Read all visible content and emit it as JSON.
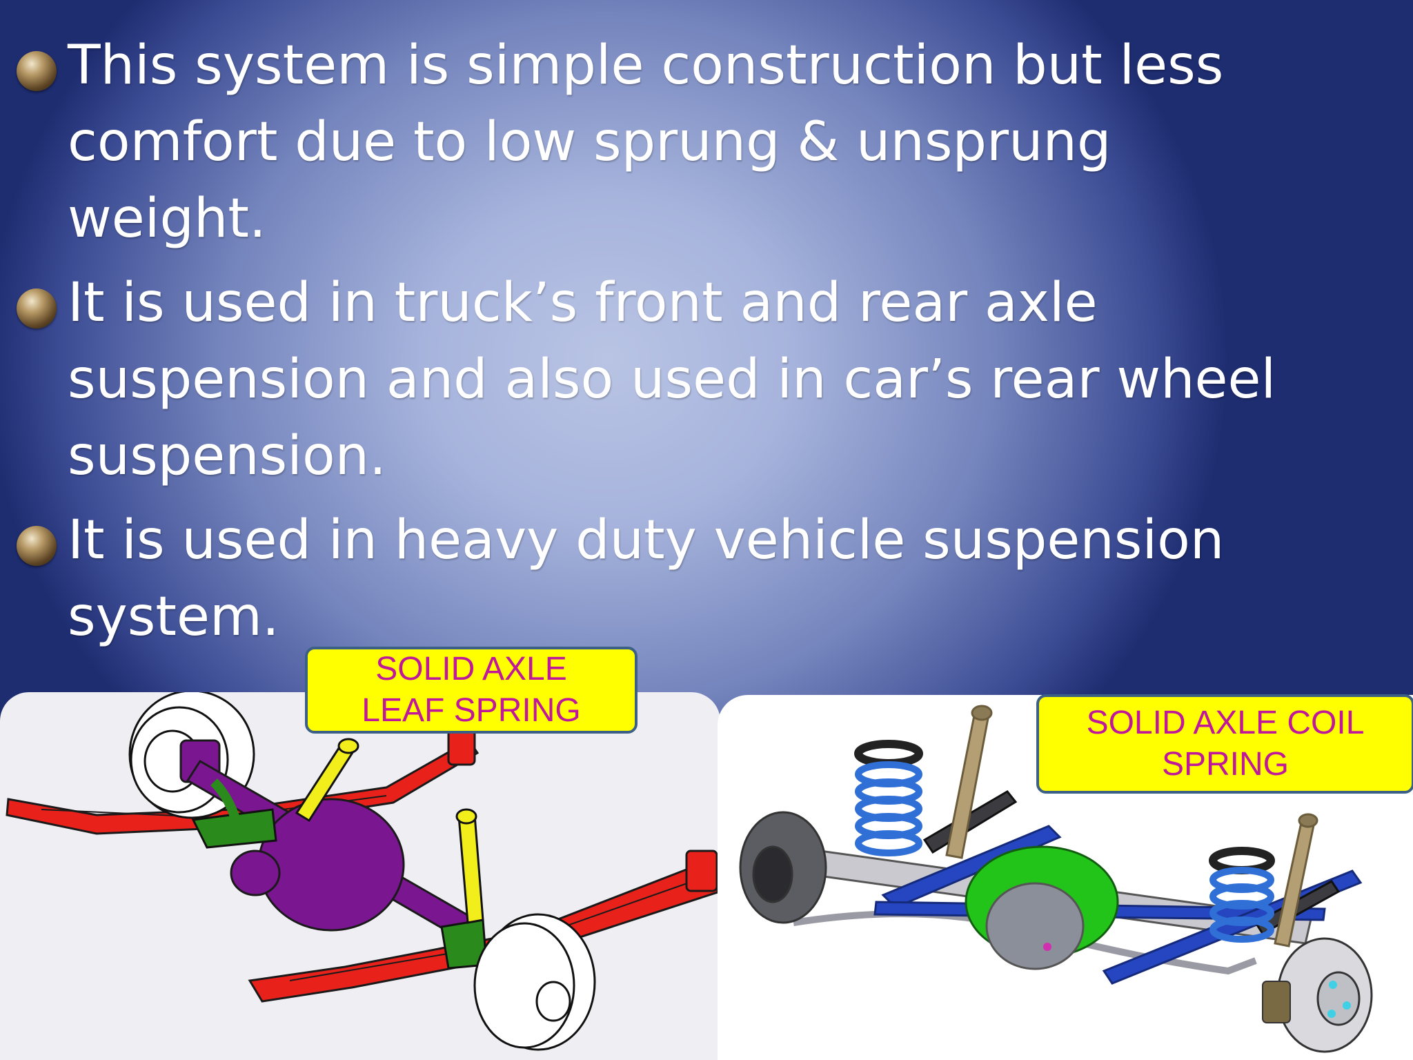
{
  "bullets": [
    "This system is simple construction but less comfort due to low sprung & unsprung weight.",
    "It is used in truck’s front and rear axle suspension and also used in car’s rear wheel suspension.",
    "It is used in heavy duty vehicle suspension system."
  ],
  "bullet_lines": [
    [
      "This system is simple construction but less",
      "comfort due to low sprung & unsprung",
      "weight."
    ],
    [
      "It is used in truck’s front and rear axle",
      "suspension and also used in car’s rear wheel",
      "suspension."
    ],
    [
      "It is used in heavy duty vehicle suspension",
      "system."
    ]
  ],
  "images": {
    "left": {
      "label_line1": "SOLID AXLE",
      "label_line2": "LEAF SPRING",
      "icon": "leaf-spring-axle-illustration"
    },
    "right": {
      "label_line1": "SOLID AXLE COIL",
      "label_line2": "SPRING",
      "icon": "coil-spring-axle-illustration"
    }
  },
  "colors": {
    "label_bg": "#ffff00",
    "label_text": "#c0189a",
    "leaf_spring": "#e8211b",
    "axle_housing": "#7a1690",
    "shock": "#f2ee1c",
    "bracket": "#2a8a1c",
    "coil_spring": "#2f6fd6",
    "differential": "#22c41a"
  }
}
